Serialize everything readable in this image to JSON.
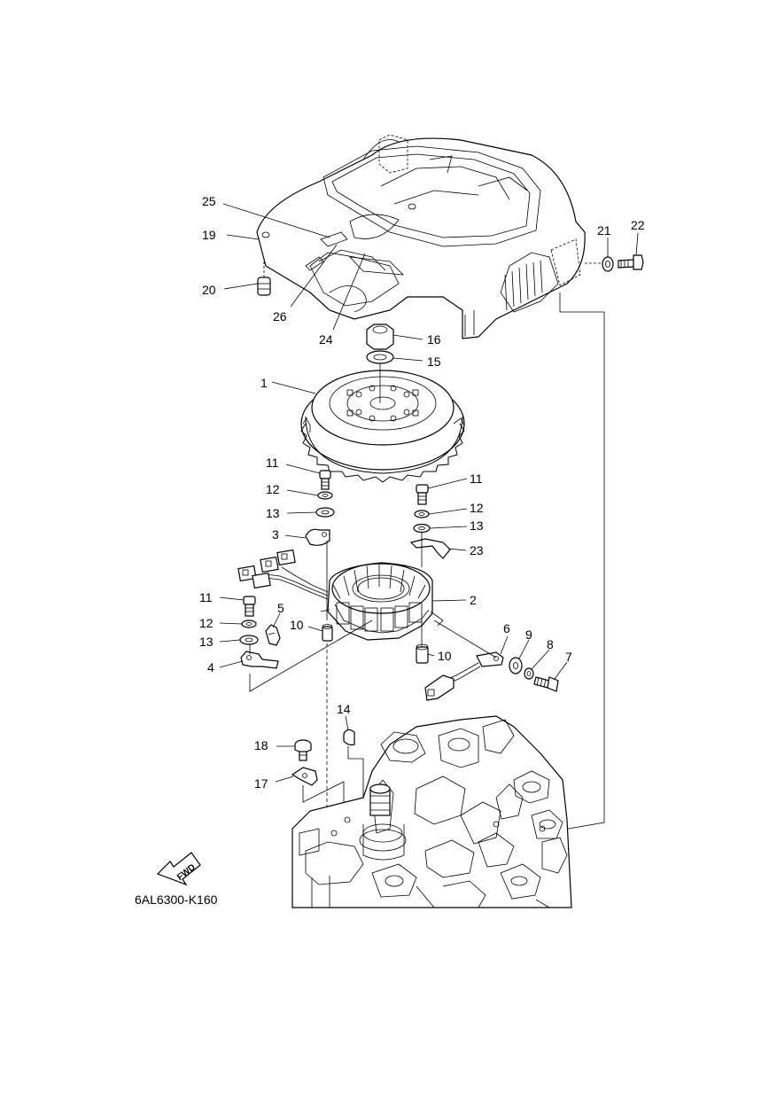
{
  "diagram_code": "6AL6300-K160",
  "fwd_label": "FWD",
  "callouts": {
    "c1": "1",
    "c2": "2",
    "c3": "3",
    "c4": "4",
    "c5": "5",
    "c6": "6",
    "c7": "7",
    "c8": "8",
    "c9": "9",
    "c10a": "10",
    "c10b": "10",
    "c11a": "11",
    "c11b": "11",
    "c11c": "11",
    "c12a": "12",
    "c12b": "12",
    "c12c": "12",
    "c13a": "13",
    "c13b": "13",
    "c13c": "13",
    "c14": "14",
    "c15": "15",
    "c16": "16",
    "c17": "17",
    "c18": "18",
    "c19": "19",
    "c20": "20",
    "c21": "21",
    "c22": "22",
    "c23": "23",
    "c24": "24",
    "c25": "25",
    "c26": "26"
  }
}
